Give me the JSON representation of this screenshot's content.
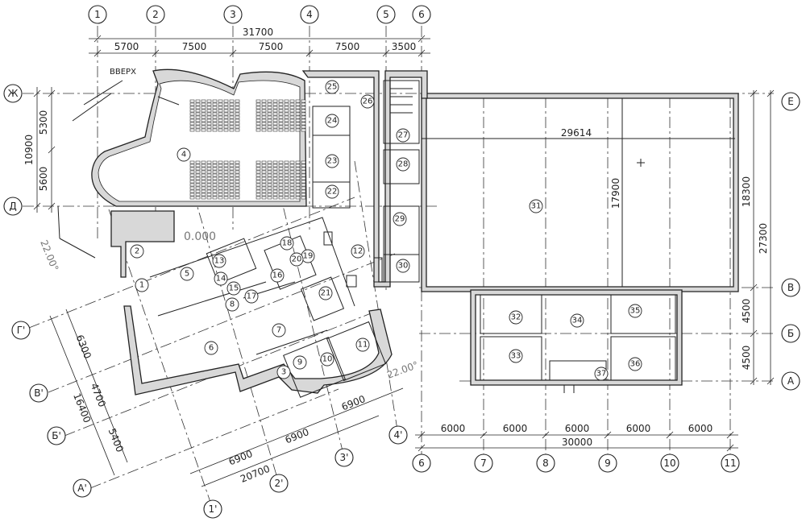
{
  "axes_top": [
    "1",
    "2",
    "3",
    "4",
    "5",
    "6"
  ],
  "axes_bottom": [
    "6",
    "7",
    "8",
    "9",
    "10",
    "11"
  ],
  "axes_left": [
    "Ж",
    "Д"
  ],
  "axes_right": [
    "Е",
    "В",
    "Б",
    "А"
  ],
  "axes_rot_left": [
    "Г'",
    "В'",
    "Б'",
    "А'"
  ],
  "axes_rot_bottom": [
    "1'",
    "2'",
    "3'",
    "4'"
  ],
  "dims_top": {
    "total": "31700",
    "spans": [
      "5700",
      "7500",
      "7500",
      "7500",
      "3500"
    ]
  },
  "dims_left": {
    "total": "10900",
    "spans": [
      "5300",
      "5600"
    ]
  },
  "dims_right": {
    "total": "27300",
    "spans": [
      "18300",
      "4500",
      "4500"
    ]
  },
  "dims_bottom": {
    "total": "30000",
    "spans": [
      "6000",
      "6000",
      "6000",
      "6000",
      "6000"
    ]
  },
  "dims_rot_left": {
    "total": "16400",
    "spans": [
      "6300",
      "4700",
      "5400"
    ]
  },
  "dims_rot_bottom": {
    "total": "20700",
    "spans": [
      "6900",
      "6900",
      "6900"
    ]
  },
  "hall_width": "29614",
  "hall_depth": "17900",
  "angle_left": "22.00°",
  "angle_right": "22.00°",
  "level_mark": "0.000",
  "stair_label": "ВВЕРХ",
  "rooms": [
    "1",
    "2",
    "3",
    "4",
    "5",
    "6",
    "7",
    "8",
    "9",
    "10",
    "11",
    "12",
    "13",
    "14",
    "15",
    "16",
    "17",
    "18",
    "19",
    "20",
    "21",
    "22",
    "23",
    "24",
    "25",
    "26",
    "27",
    "28",
    "29",
    "30",
    "31",
    "32",
    "33",
    "34",
    "35",
    "36",
    "37"
  ]
}
